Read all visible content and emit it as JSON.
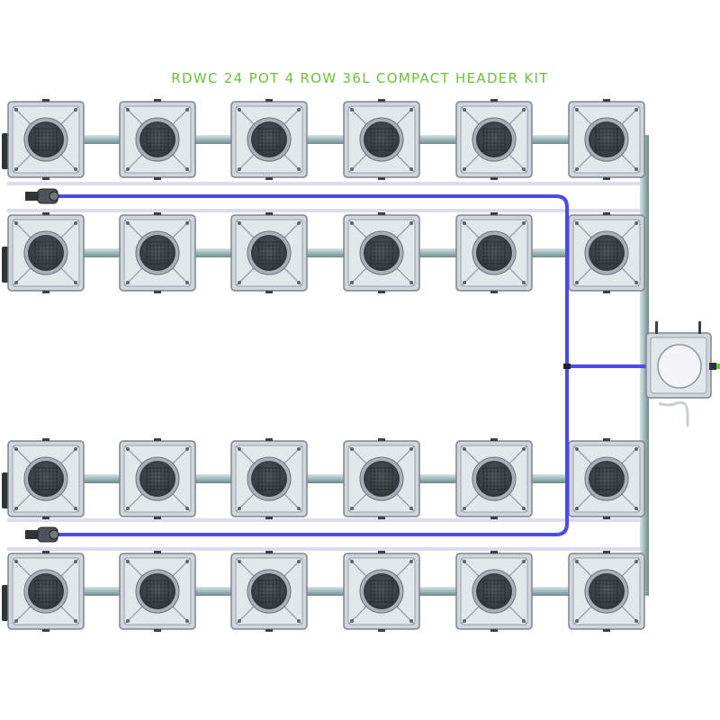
{
  "title": "RDWC 24 POT 4 ROW 36L COMPACT HEADER KIT",
  "colors": {
    "title": "#6cc23a",
    "pot_body": "#cfd5da",
    "pot_edge": "#7d868e",
    "pot_center": "#3c4247",
    "pipe": "#9fb8ba",
    "drain_line": "#4a4ae6",
    "return_line": "#dcdcee"
  },
  "layout": {
    "rows": 4,
    "pots_per_row": 6,
    "total_pots": 24
  },
  "components": {
    "pot_icon": "square-pot-icon",
    "pump_icon": "header-tank-icon",
    "valve_icon": "ball-valve-icon"
  }
}
